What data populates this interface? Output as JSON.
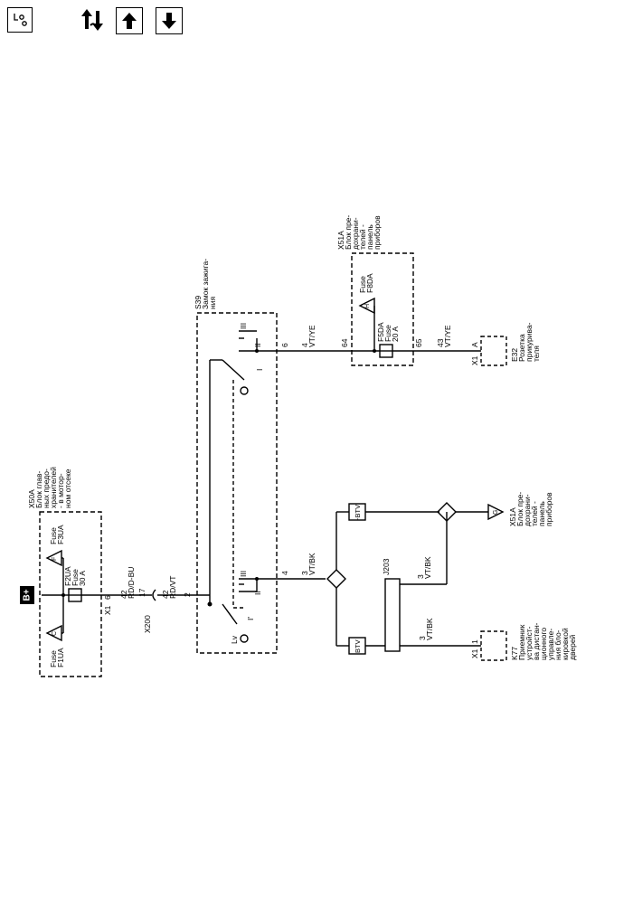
{
  "toolbar": {
    "locator_icon": "locator-icon",
    "wiring_icon": "wiring-icon",
    "up_icon": "arrow-up-icon",
    "down_icon": "arrow-down-icon"
  },
  "diagram": {
    "battery": "B+",
    "x50a": {
      "connector": "X50A",
      "desc": [
        "Блок глав-",
        "ных предо-",
        "хранителей",
        "- в мотор-",
        "ном отсеке"
      ],
      "fuse_f1ua": [
        "Fuse",
        "F1UA"
      ],
      "fuse_f3ua": [
        "Fuse",
        "F3UA"
      ],
      "fuse_f2ua": [
        "F2UA",
        "Fuse",
        "30 A"
      ],
      "conn_c": "C",
      "conn_f": "F",
      "x1": "X1",
      "pin_6": "6"
    },
    "wire_42_rdbu": [
      "42",
      "RD/D-BU"
    ],
    "pin_17": "17",
    "x200": "X200",
    "wire_42_rdvt": [
      "42",
      "RD/VT"
    ],
    "pin_2": "2",
    "s39": {
      "name": "S39",
      "desc": [
        "Замок зажига-",
        "ния"
      ],
      "pos_I": "I",
      "pos_II": "II",
      "pos_III": "III",
      "pos_Ia": "I'",
      "pos_Lv": "Lv",
      "pin_4": "4",
      "pin_6": "6"
    },
    "wire_4_vtye": [
      "4",
      "VT/YE"
    ],
    "x51a_top": {
      "connector": "X51A",
      "desc": [
        "Блок пре-",
        "дохрани-",
        "телей -",
        "панель",
        "приборов"
      ],
      "fuse_f8da": [
        "Fuse",
        "F8DA"
      ],
      "conn_h": "H",
      "fuse_f5da": [
        "F5DA",
        "Fuse",
        "20 A"
      ],
      "pin_64": "64",
      "pin_65": "65"
    },
    "wire_43_vtye": [
      "43",
      "VT/YE"
    ],
    "e32": {
      "x1": "X1",
      "pin": "A",
      "name": "E32",
      "desc": [
        "Розетка",
        "прикурива-",
        "теля"
      ]
    },
    "wire_3_vtbk_a": [
      "3",
      "VT/BK"
    ],
    "btv": "BTV",
    "btv2": "-BTV",
    "j203": "J203",
    "wire_3_vtbk_b": [
      "3",
      "VT/BK"
    ],
    "wire_3_vtbk_c": [
      "3",
      "VT/BK"
    ],
    "x51a_bottom": {
      "connector": "X51A",
      "desc": [
        "Блок пре-",
        "дохрани-",
        "телей -",
        "панель",
        "приборов"
      ],
      "conn_g": "G"
    },
    "k77": {
      "x1": "X1",
      "pin": "1",
      "name": "K77",
      "desc": [
        "Приемник",
        "устройст-",
        "ва дистан-",
        "ционного",
        "управле-",
        "ния бло-",
        "кировкой",
        "дверей"
      ]
    }
  }
}
